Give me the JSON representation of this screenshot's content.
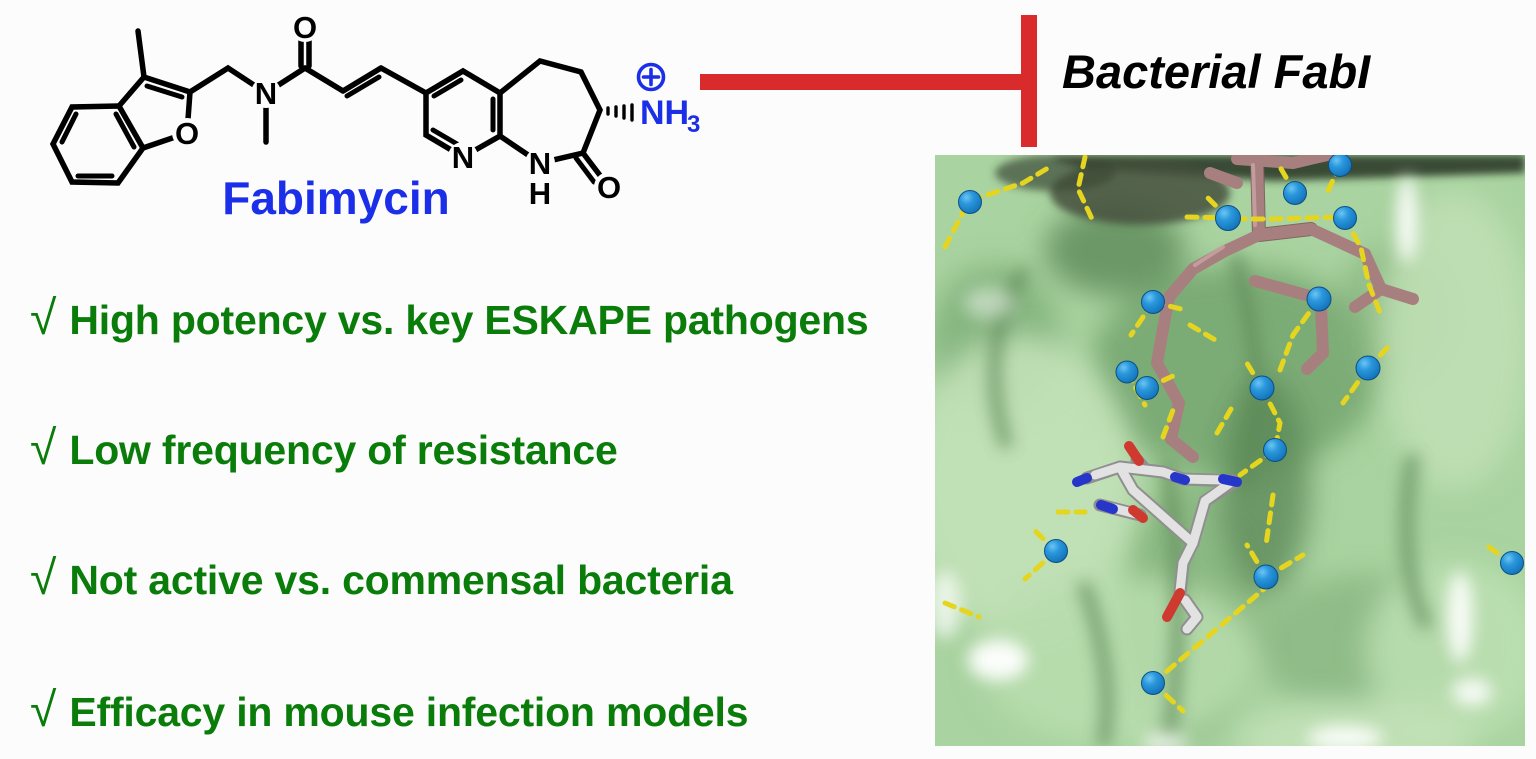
{
  "molecule": {
    "name": "Fabimycin",
    "atom_labels": {
      "furan_oxygen": "O",
      "amide_nitrogen": "N",
      "amide_oxygen": "O",
      "pyridine_nitrogen": "N",
      "lactam_nitrogen": "N",
      "lactam_hydrogen": "H",
      "lactam_oxygen": "O",
      "ammonium_nh": "NH",
      "ammonium_subscript": "3",
      "charge_symbol": "+"
    }
  },
  "inhibition": {
    "target": "Bacterial FabI",
    "bar_color": "#d92b2b"
  },
  "checklist": {
    "text_color": "#0a7c0a",
    "items": [
      {
        "check": "√",
        "text": "High potency vs. key ESKAPE pathogens"
      },
      {
        "check": "√",
        "text": "Low frequency of resistance"
      },
      {
        "check": "√",
        "text": "Not active vs. commensal bacteria"
      },
      {
        "check": "√",
        "text": "Efficacy in mouse infection models"
      }
    ]
  },
  "structure_render": {
    "description": "FabI binding site surface with bound ligand, waters and hydrogen bonds",
    "surface_color": "#a9d3a0",
    "water_color": "#1e86d2",
    "hbond_color": "#e6d51e",
    "cofactor_color": "#a87f7f",
    "ligand_color": "#e2e2e2",
    "accent_blue": "#1b2fe8"
  }
}
